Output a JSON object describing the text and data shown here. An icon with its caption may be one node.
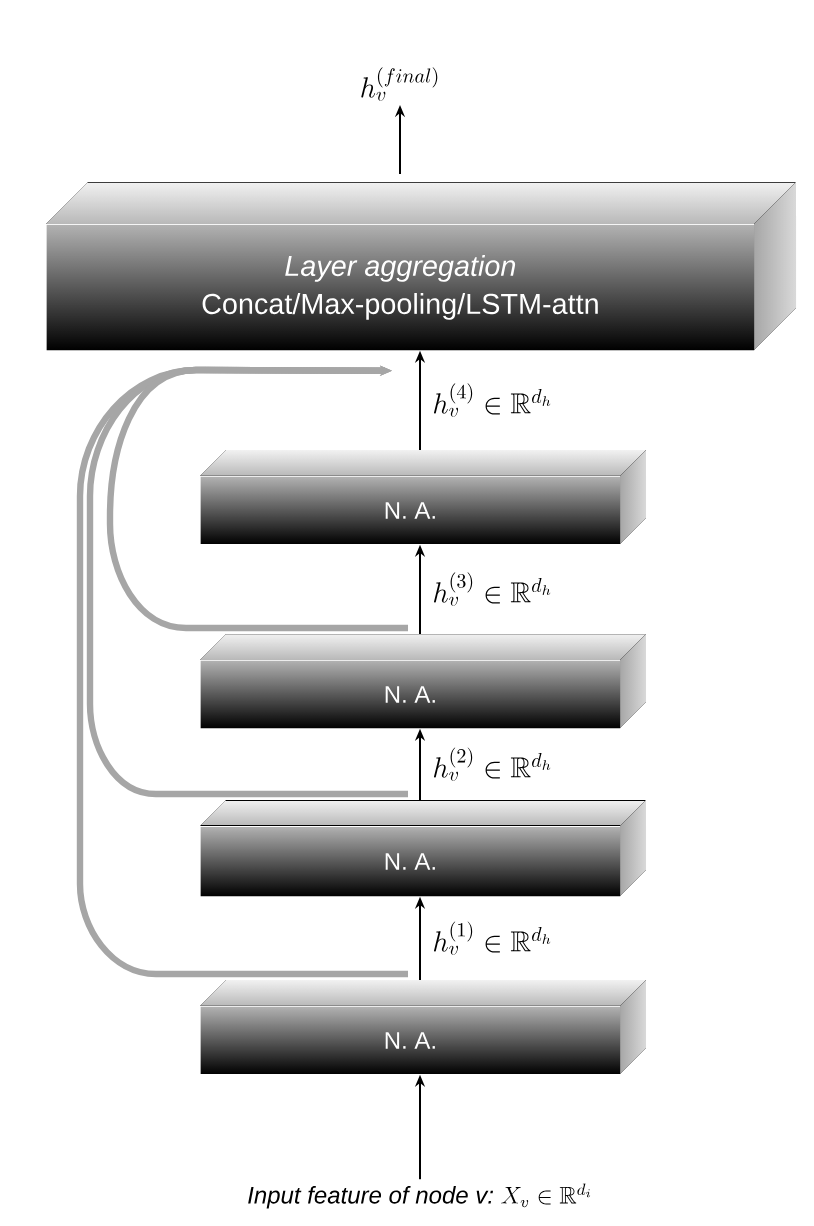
{
  "diagram": {
    "nodes": [
      {
        "text": [
          "h_v^{(final)}"
        ]
      },
      {
        "text": [
          "Layer aggregation",
          "Concat/Max-pooling/LSTM-attn"
        ]
      },
      {
        "text": [
          "N. A."
        ]
      },
      {
        "text": [
          "N. A."
        ]
      },
      {
        "text": [
          "N. A."
        ]
      },
      {
        "text": [
          "N. A."
        ]
      },
      {
        "text": [
          "Input feature of node v:",
          "X_v \\in \\mathbb{R}^{d_i}"
        ]
      }
    ],
    "edges": [
      {
        "from": 6,
        "to": 5,
        "arrow": "to"
      },
      {
        "from": 5,
        "to": 4,
        "arrow": "to",
        "label": "h_v^{(1)} \\in \\mathbb{R}^{d_h}"
      },
      {
        "from": 4,
        "to": 3,
        "arrow": "to",
        "label": "h_v^{(2)} \\in \\mathbb{R}^{d_h}"
      },
      {
        "from": 3,
        "to": 2,
        "arrow": "to",
        "label": "h_v^{(3)} \\in \\mathbb{R}^{d_h}"
      },
      {
        "from": 2,
        "to": 1,
        "arrow": "to",
        "label": "h_v^{(4)} \\in \\mathbb{R}^{d_h}"
      },
      {
        "from": 1,
        "to": 0,
        "arrow": "to"
      },
      {
        "from": 5,
        "to": 1,
        "arrow": "to",
        "style": "thick",
        "color": "#a6a6a6"
      },
      {
        "from": 4,
        "to": 1,
        "arrow": "to",
        "style": "thick",
        "color": "#a6a6a6"
      },
      {
        "from": 3,
        "to": 1,
        "arrow": "to",
        "style": "thick",
        "color": "#a6a6a6"
      }
    ]
  }
}
